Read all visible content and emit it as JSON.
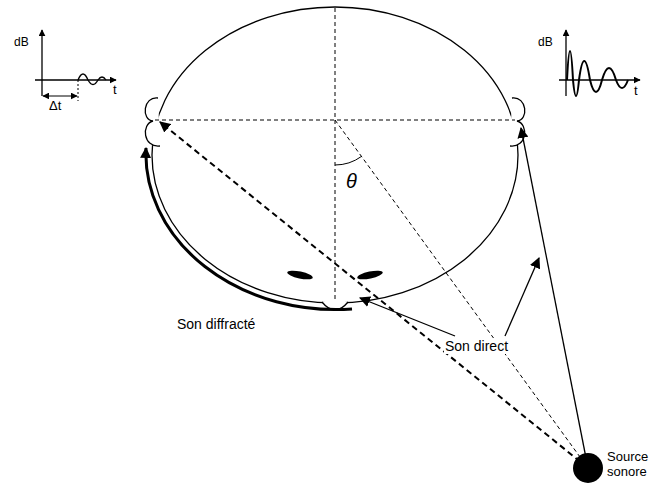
{
  "diagram": {
    "labels": [
      "dB",
      "t",
      "Δt",
      "dB",
      "t",
      "θ",
      "Son diffracté",
      "Son direct",
      "Source sonore"
    ]
  }
}
